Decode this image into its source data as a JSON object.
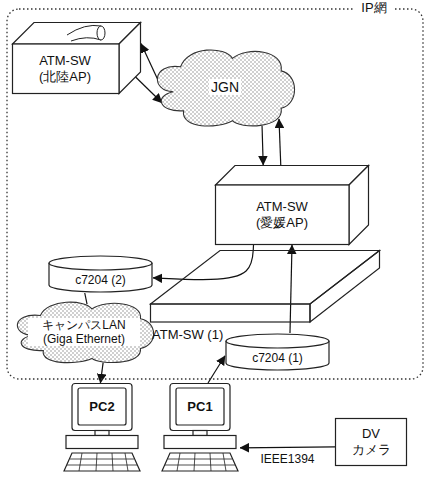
{
  "diagram": {
    "nodes": [
      {
        "text": [
          "IP網"
        ]
      },
      {
        "text": [
          "ATM-SW (北陸AP)"
        ],
        "in": 0
      },
      {
        "text": [
          "JGN"
        ],
        "in": 0
      },
      {
        "text": [
          "ATM-SW (愛媛AP)"
        ],
        "in": 0
      },
      {
        "text": [
          "c7204 (2)"
        ],
        "in": 0
      },
      {
        "text": [
          "ATM-SW (1)"
        ],
        "in": 0
      },
      {
        "text": [
          "キャンパスLAN (Giga Ethernet)"
        ],
        "in": 0
      },
      {
        "text": [
          "c7204 (1)"
        ],
        "in": 0
      },
      {
        "text": [
          "PC2"
        ]
      },
      {
        "text": [
          "PC1"
        ]
      },
      {
        "text": [
          "DV カメラ"
        ]
      }
    ],
    "edges": [
      {
        "from": 2,
        "to": 1,
        "arrow": "to"
      },
      {
        "from": 1,
        "to": 2,
        "arrow": "to"
      },
      {
        "from": 2,
        "to": 3,
        "arrow": "to"
      },
      {
        "from": 3,
        "to": 2,
        "arrow": "to"
      },
      {
        "from": 3,
        "to": 4,
        "arrow": "to"
      },
      {
        "from": 7,
        "to": 3,
        "arrow": "to"
      },
      {
        "from": 4,
        "to": 6,
        "arrow": "none"
      },
      {
        "from": 6,
        "to": 8,
        "arrow": "to"
      },
      {
        "from": 9,
        "to": 7,
        "arrow": "to"
      },
      {
        "from": 10,
        "to": 9,
        "label": "IEEE1394",
        "arrow": "to"
      }
    ]
  }
}
